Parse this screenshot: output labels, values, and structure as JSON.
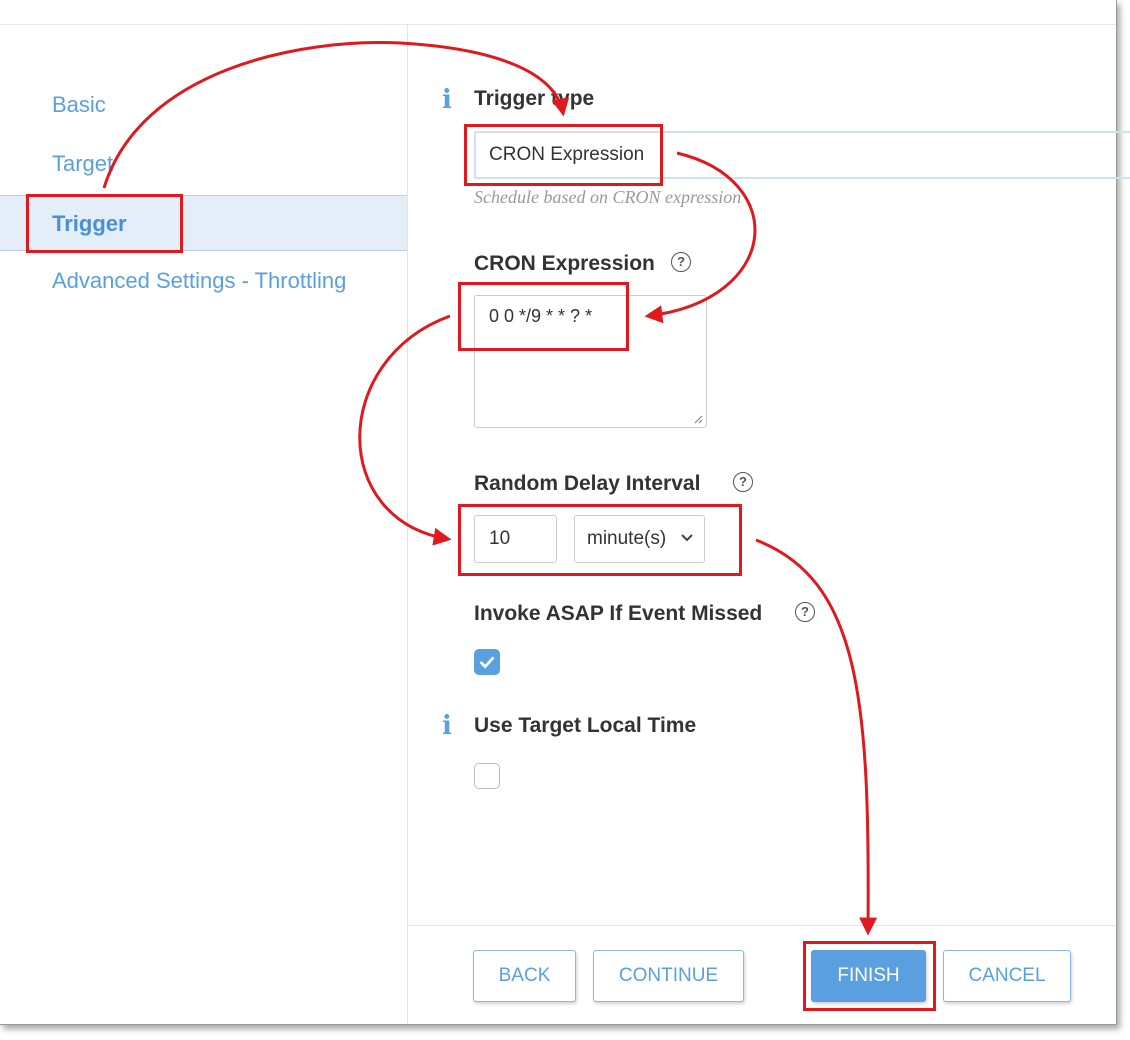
{
  "sidebar": {
    "items": [
      {
        "label": "Basic"
      },
      {
        "label": "Target"
      },
      {
        "label": "Trigger"
      },
      {
        "label": "Advanced Settings - Throttling"
      }
    ]
  },
  "form": {
    "trigger_type": {
      "label": "Trigger type",
      "value": "CRON Expression",
      "hint": "Schedule based on CRON expression"
    },
    "cron": {
      "label": "CRON Expression",
      "value": "0 0 */9 * * ? *"
    },
    "delay": {
      "label": "Random Delay Interval",
      "value": "10",
      "unit": "minute(s)"
    },
    "asap": {
      "label": "Invoke ASAP If Event Missed",
      "checked": true
    },
    "local_time": {
      "label": "Use Target Local Time",
      "checked": false
    }
  },
  "footer": {
    "back": "BACK",
    "continue": "CONTINUE",
    "finish": "FINISH",
    "cancel": "CANCEL"
  },
  "colors": {
    "accent": "#5aa0e0",
    "annotation": "#e0191e"
  }
}
